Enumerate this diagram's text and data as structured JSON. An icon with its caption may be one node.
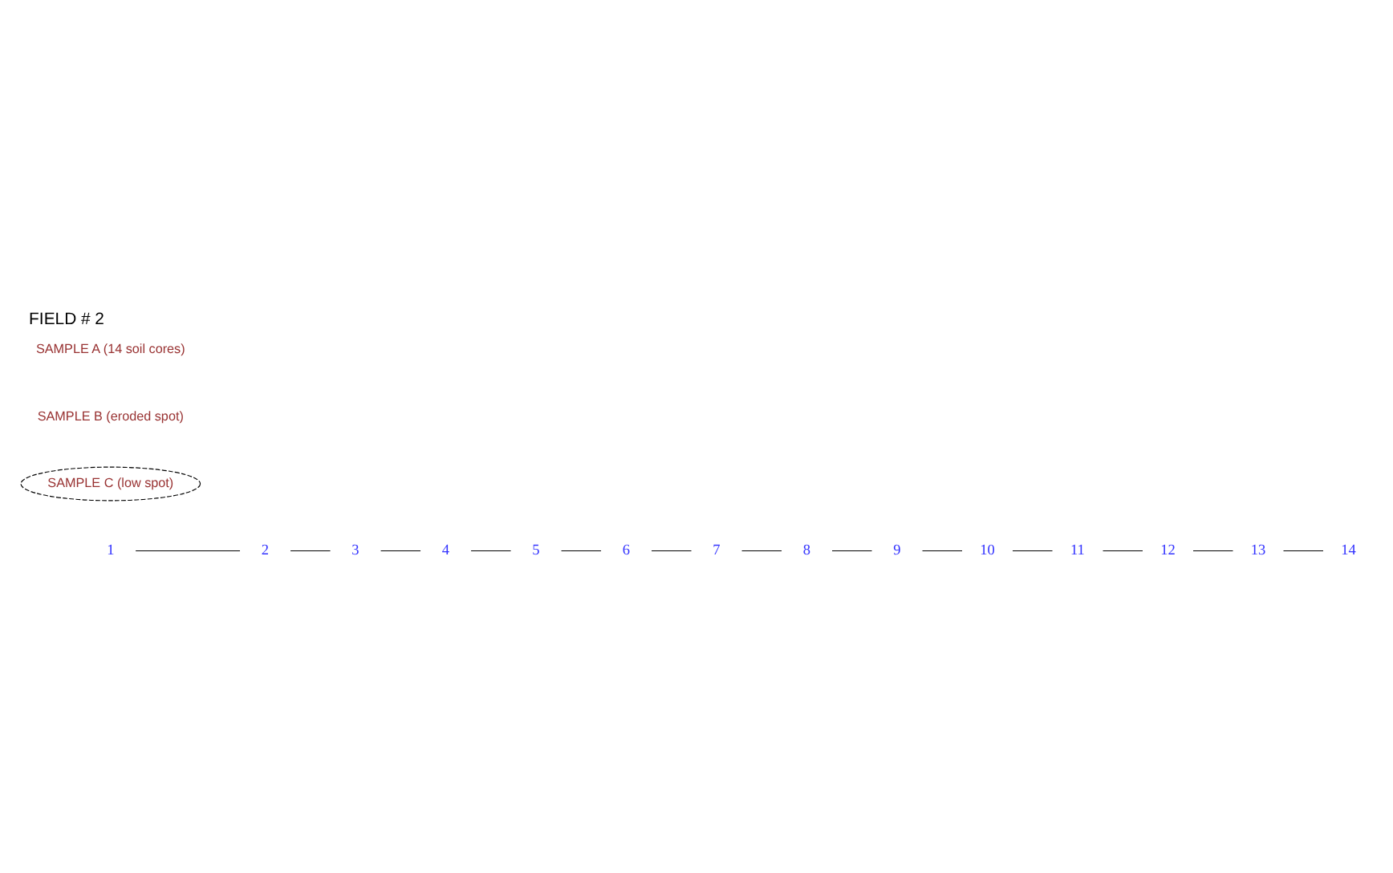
{
  "diagram": {
    "title": "FIELD # 2",
    "nodes": [
      {
        "text": [
          "1"
        ]
      },
      {
        "text": [
          "2"
        ]
      },
      {
        "text": [
          "3"
        ]
      },
      {
        "text": [
          "4"
        ]
      },
      {
        "text": [
          "5"
        ]
      },
      {
        "text": [
          "6"
        ]
      },
      {
        "text": [
          "7"
        ]
      },
      {
        "text": [
          "8"
        ]
      },
      {
        "text": [
          "9"
        ]
      },
      {
        "text": [
          "10"
        ]
      },
      {
        "text": [
          "11"
        ]
      },
      {
        "text": [
          "12"
        ]
      },
      {
        "text": [
          "13"
        ]
      },
      {
        "text": [
          "14"
        ]
      },
      {
        "text": [
          "SAMPLE C (low spot)"
        ]
      }
    ],
    "edges": [
      {
        "from": 0,
        "to": 1,
        "arrow": "none"
      },
      {
        "from": 1,
        "to": 2,
        "arrow": "none"
      },
      {
        "from": 2,
        "to": 3,
        "arrow": "none"
      },
      {
        "from": 3,
        "to": 4,
        "arrow": "none"
      },
      {
        "from": 4,
        "to": 5,
        "arrow": "none"
      },
      {
        "from": 5,
        "to": 6,
        "arrow": "none"
      },
      {
        "from": 6,
        "to": 7,
        "arrow": "none"
      },
      {
        "from": 7,
        "to": 8,
        "arrow": "none"
      },
      {
        "from": 8,
        "to": 9,
        "arrow": "none"
      },
      {
        "from": 9,
        "to": 10,
        "arrow": "none"
      },
      {
        "from": 10,
        "to": 11,
        "arrow": "none"
      },
      {
        "from": 11,
        "to": 12,
        "arrow": "none"
      },
      {
        "from": 12,
        "to": 13,
        "arrow": "none"
      }
    ],
    "labels": [
      "SAMPLE B (eroded spot)",
      "SAMPLE A (14 soil cores)"
    ]
  }
}
